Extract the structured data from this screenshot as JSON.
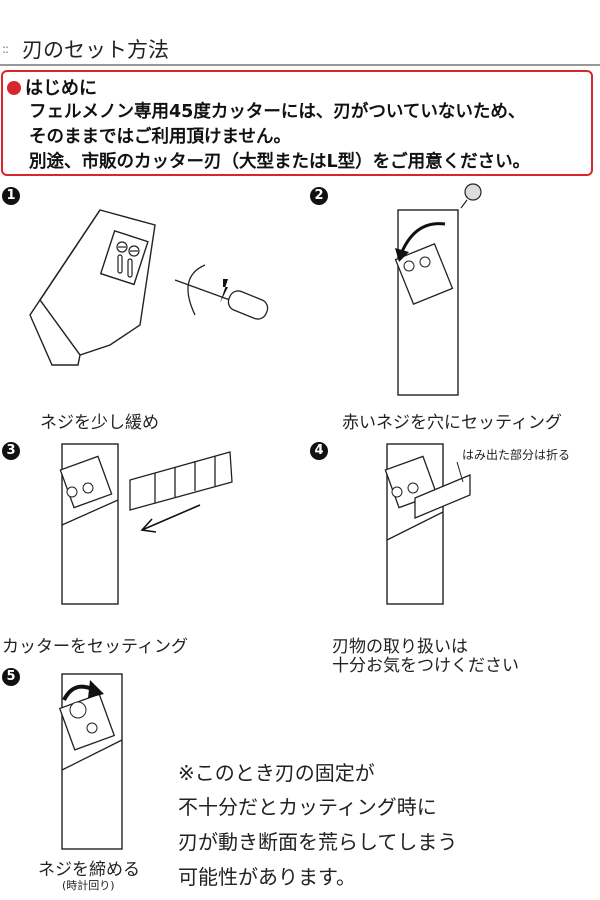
{
  "header": {
    "deco": "::",
    "title": "刃のセット方法"
  },
  "notice": {
    "heading": "はじめに",
    "lines": [
      "フェルメノン専用45度カッターには、刃がついていないため、",
      "そのままではご利用頂けません。",
      "別途、市販のカッター刃（大型またはL型）をご用意ください。"
    ],
    "border_color": "#d9262c"
  },
  "steps": [
    {
      "number": "1",
      "caption": "ネジを少し緩め"
    },
    {
      "number": "2",
      "caption": "赤いネジを穴にセッティング"
    },
    {
      "number": "3",
      "caption": "カッターをセッティング"
    },
    {
      "number": "4",
      "caption_lines": [
        "刃物の取り扱いは",
        "十分お気をつけください"
      ],
      "callout": "はみ出た部分は折る"
    },
    {
      "number": "5",
      "caption": "ネジを締める",
      "sub_caption": "(時計回り)"
    }
  ],
  "note_lines": [
    "※このとき刃の固定が",
    "不十分だとカッティング時に",
    "刃が動き断面を荒らしてしまう",
    "可能性があります。"
  ],
  "icons": [
    "screwdriver-icon",
    "screw-icon",
    "arrow-icon",
    "blade-icon"
  ]
}
